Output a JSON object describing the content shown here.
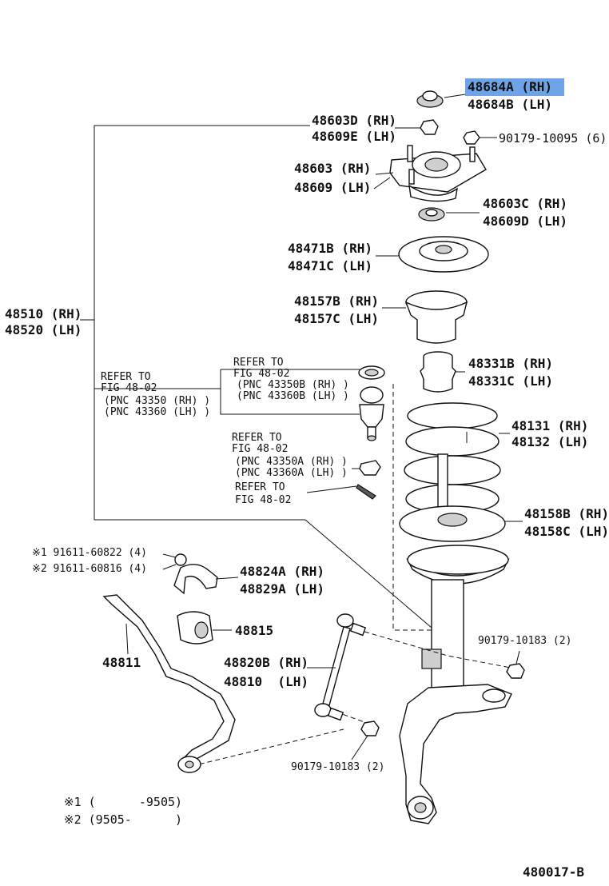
{
  "diagram_id": "480017-B",
  "highlight_color": "#6fa3e8",
  "labels": {
    "part_48684A": "48684A (RH)",
    "part_48684B": "48684B (LH)",
    "part_48603D": "48603D (RH)",
    "part_48609E": "48609E (LH)",
    "part_90179_10095": "90179-10095 (6)",
    "part_48603": "48603 (RH)",
    "part_48609": "48609 (LH)",
    "part_48603C": "48603C (RH)",
    "part_48609D": "48609D (LH)",
    "part_48471B": "48471B (RH)",
    "part_48471C": "48471C (LH)",
    "part_48157B": "48157B (RH)",
    "part_48157C": "48157C (LH)",
    "part_48510": "48510 (RH)",
    "part_48520": "48520 (LH)",
    "refer_a_1": "REFER TO",
    "refer_a_2": "FIG 48-02",
    "refer_a_3": "(PNC 43350B (RH) )",
    "refer_a_4": "(PNC 43360B (LH) )",
    "refer_b_1": "REFER TO",
    "refer_b_2": "FIG 48-02",
    "refer_b_3": "(PNC 43350 (RH) )",
    "refer_b_4": "(PNC 43360 (LH) )",
    "refer_c_1": "REFER TO",
    "refer_c_2": "FIG 48-02",
    "refer_c_3": "(PNC 43350A (RH) )",
    "refer_c_4": "(PNC 43360A (LH) )",
    "refer_d_1": "REFER TO",
    "refer_d_2": "FIG 48-02",
    "part_48331B": "48331B (RH)",
    "part_48331C": "48331C (LH)",
    "part_48131": "48131 (RH)",
    "part_48132": "48132 (LH)",
    "part_48158B": "48158B (RH)",
    "part_48158C": "48158C (LH)",
    "note_1_part": "※1 91611-60822 (4)",
    "note_2_part": "※2 91611-60816 (4)",
    "part_48824A": "48824A (RH)",
    "part_48829A": "48829A (LH)",
    "part_48815": "48815",
    "part_48811": "48811",
    "part_48820B": "48820B (RH)",
    "part_48810": "48810  (LH)",
    "part_90179_10183_a": "90179-10183 (2)",
    "part_90179_10183_b": "90179-10183 (2)",
    "footnote_1": "※1 (      -9505)",
    "footnote_2": "※2 (9505-      )"
  }
}
